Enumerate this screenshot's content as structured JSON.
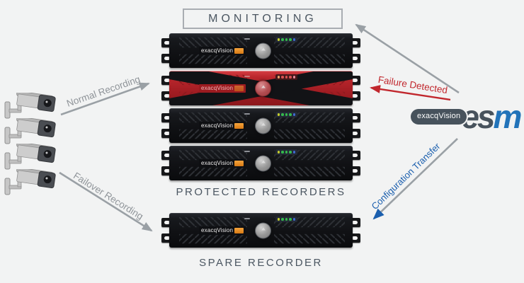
{
  "monitoring": {
    "label": "MONITORING"
  },
  "group_labels": {
    "protected": "PROTECTED RECORDERS",
    "spare": "SPARE RECORDER"
  },
  "arrows": {
    "normal_recording": {
      "label": "Normal Recording",
      "color": "#8f9499",
      "from": "cameras",
      "to": "protected-recorders"
    },
    "failover_recording": {
      "label": "Failover Recording",
      "color": "#8f9499",
      "from": "cameras",
      "to": "spare-recorder"
    },
    "failure_detected": {
      "label": "Failure Detected",
      "color": "#c1272d",
      "from": "esm",
      "to": "failed-recorder"
    },
    "configuration_transfer": {
      "label": "Configuration Transfer",
      "color": "#1b5fae",
      "from": "esm",
      "to": "spare-recorder"
    },
    "monitoring_link": {
      "label": "",
      "color": "#9aa0a5",
      "from": "esm",
      "to": "monitoring-box"
    }
  },
  "recorders": {
    "brand": "exacqVision",
    "protected_units": [
      {
        "status": "ok"
      },
      {
        "status": "failed"
      },
      {
        "status": "ok"
      },
      {
        "status": "ok"
      }
    ],
    "spare_unit": {
      "status": "ok"
    },
    "led_colors": [
      "#c6cf2e",
      "#34b94c",
      "#34b94c",
      "#34b94c",
      "#3f6ad0"
    ]
  },
  "cameras": {
    "count": 4
  },
  "esm_logo": {
    "pill": "exacqVision",
    "wordmark_es": "es",
    "wordmark_m": "m"
  },
  "colors": {
    "background": "#f2f3f3",
    "slate_text": "#4b5661",
    "box_border": "#a9adb2",
    "arrow_gray": "#9aa0a5",
    "failure_red": "#c1272d",
    "transfer_blue": "#1b5fae",
    "recorder_black": "#101114",
    "recorder_red": "#a31d23"
  }
}
